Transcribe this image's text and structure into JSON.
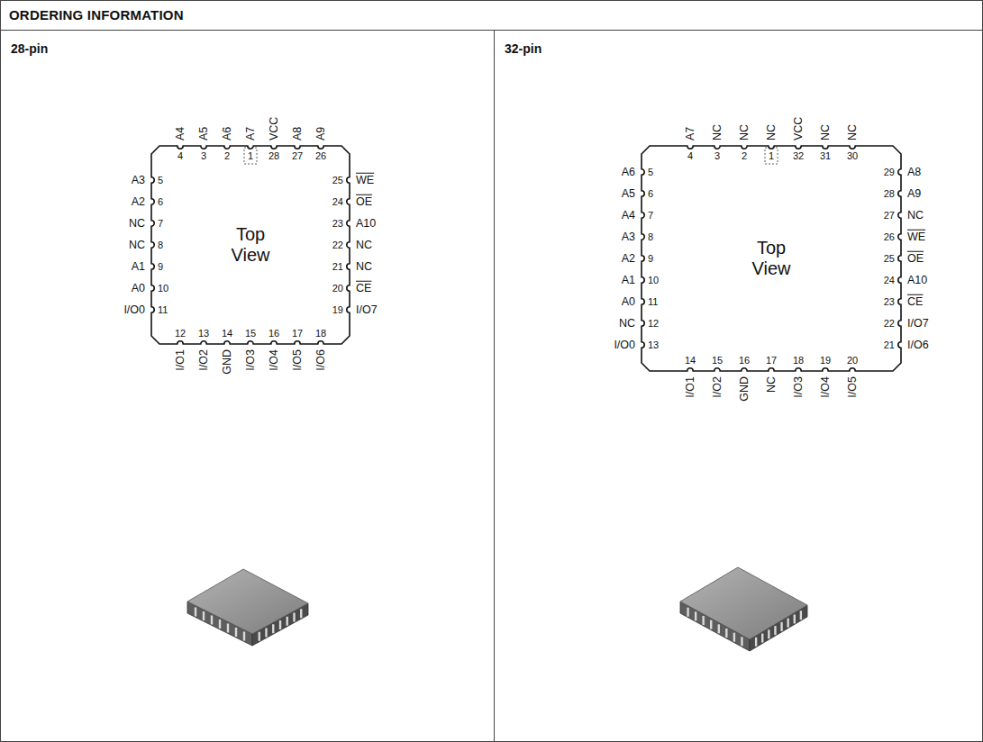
{
  "diagram": {
    "title": "ORDERING INFORMATION",
    "nodes": [
      {
        "text": [
          "28-pin"
        ]
      },
      {
        "text": [
          "Top View"
        ],
        "in": 0
      },
      {
        "text": [
          "32-pin"
        ]
      },
      {
        "text": [
          "Top View"
        ],
        "in": 2
      }
    ],
    "labels": [
      "1",
      "A7",
      "2",
      "A6",
      "3",
      "A5",
      "4",
      "A4",
      "5",
      "A3",
      "6",
      "A2",
      "7",
      "NC",
      "8",
      "NC",
      "9",
      "A1",
      "10",
      "A0",
      "11",
      "I/O0",
      "12",
      "I/O1",
      "13",
      "I/O2",
      "14",
      "GND",
      "15",
      "I/O3",
      "16",
      "I/O4",
      "17",
      "I/O5",
      "18",
      "I/O6",
      "19",
      "I/O7",
      "20",
      "CE",
      "21",
      "NC",
      "22",
      "NC",
      "23",
      "A10",
      "24",
      "OE",
      "25",
      "WE",
      "26",
      "A9",
      "27",
      "A8",
      "28",
      "VCC",
      "1",
      "NC",
      "2",
      "NC",
      "3",
      "NC",
      "4",
      "A7",
      "5",
      "A6",
      "6",
      "A5",
      "7",
      "A4",
      "8",
      "A3",
      "9",
      "A2",
      "10",
      "A1",
      "11",
      "A0",
      "12",
      "NC",
      "13",
      "I/O0",
      "14",
      "I/O1",
      "15",
      "I/O2",
      "16",
      "GND",
      "17",
      "NC",
      "18",
      "I/O3",
      "19",
      "I/O4",
      "20",
      "I/O5",
      "21",
      "I/O6",
      "22",
      "I/O7",
      "23",
      "CE",
      "24",
      "A10",
      "25",
      "OE",
      "26",
      "WE",
      "27",
      "NC",
      "28",
      "A9",
      "29",
      "A8",
      "30",
      "NC",
      "31",
      "NC",
      "32",
      "VCC"
    ]
  }
}
